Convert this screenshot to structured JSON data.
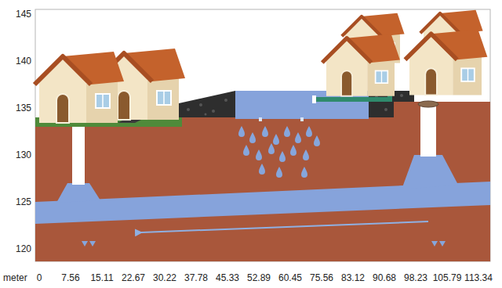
{
  "diagram": {
    "labels": [
      "145",
      "140",
      "135",
      "130",
      "125",
      "120",
      "meter",
      "0",
      "7.56",
      "15.11",
      "22.67",
      "30.22",
      "37.78",
      "45.33",
      "52.89",
      "60.45",
      "75.56",
      "83.12",
      "90.68",
      "98.23",
      "105.79",
      "113.34"
    ]
  }
}
